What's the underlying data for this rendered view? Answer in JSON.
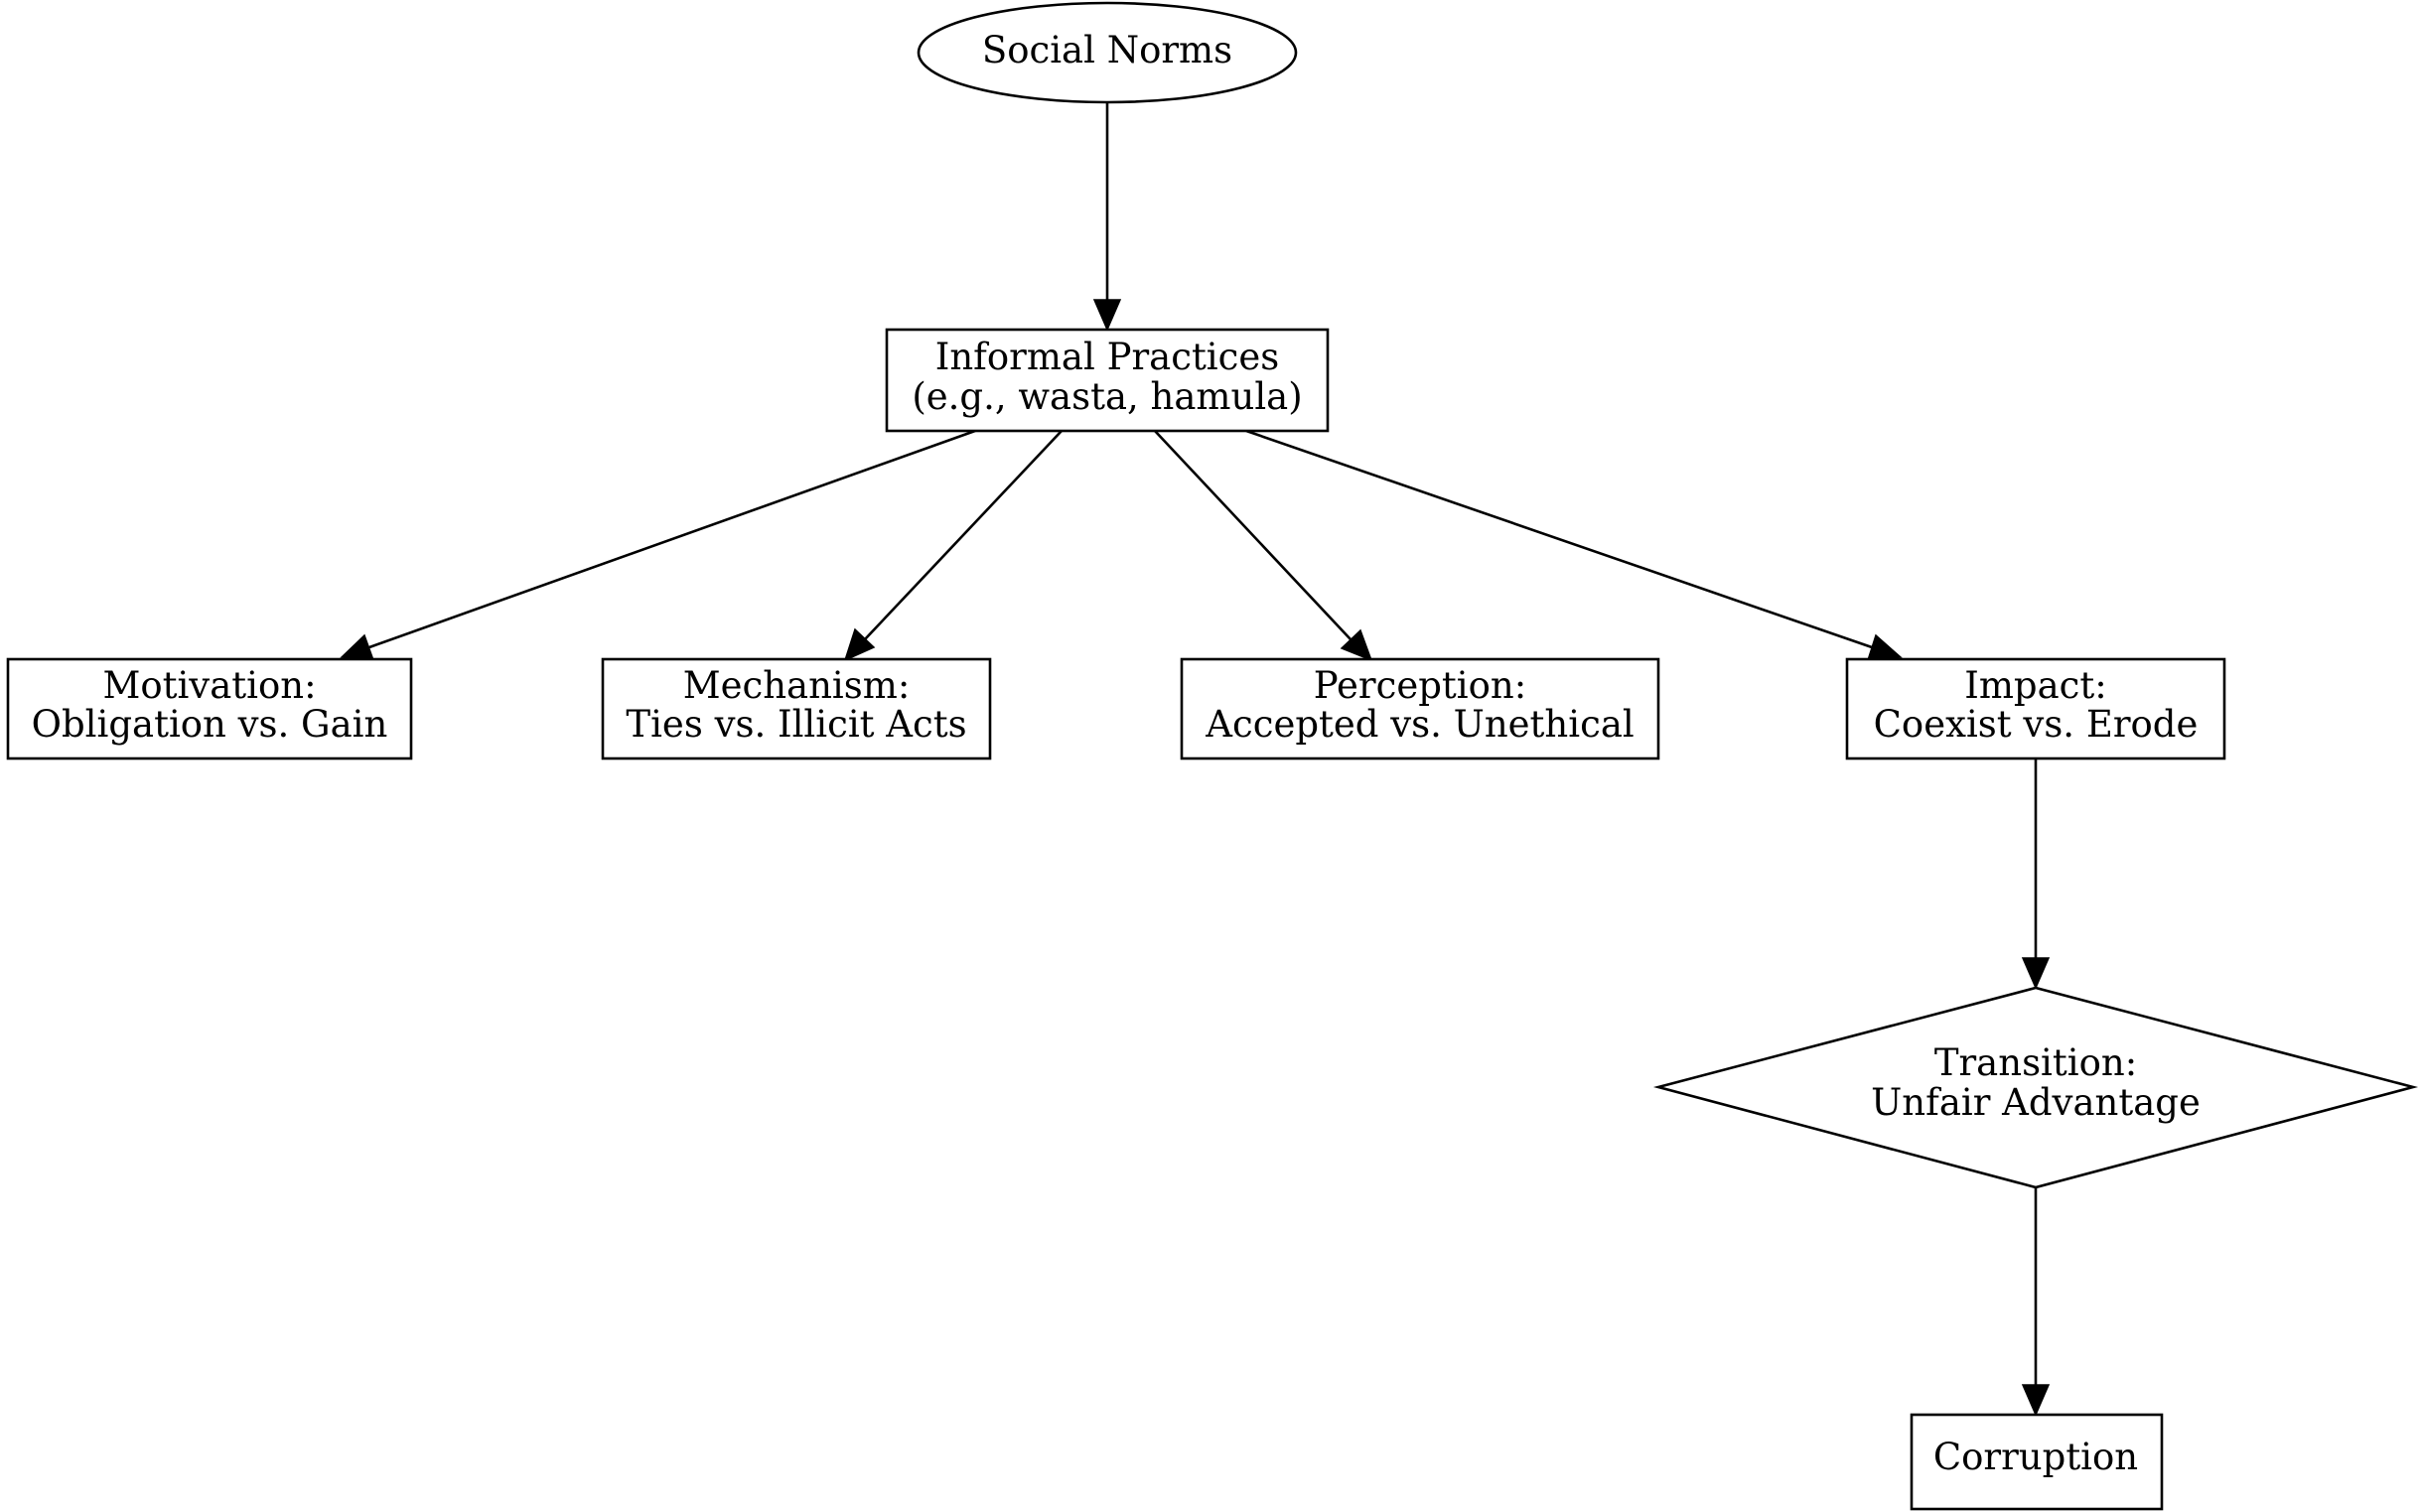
{
  "diagram": {
    "nodes": {
      "social_norms": {
        "lines": [
          "Social Norms"
        ]
      },
      "informal_practices": {
        "lines": [
          "Informal Practices",
          "(e.g., wasta, hamula)"
        ]
      },
      "motivation": {
        "lines": [
          "Motivation:",
          "Obligation vs. Gain"
        ]
      },
      "mechanism": {
        "lines": [
          "Mechanism:",
          "Ties vs. Illicit Acts"
        ]
      },
      "perception": {
        "lines": [
          "Perception:",
          "Accepted vs. Unethical"
        ]
      },
      "impact": {
        "lines": [
          "Impact:",
          "Coexist vs. Erode"
        ]
      },
      "transition": {
        "lines": [
          "Transition:",
          "Unfair Advantage"
        ]
      },
      "corruption": {
        "lines": [
          "Corruption"
        ]
      }
    },
    "edges": [
      {
        "from": "social_norms",
        "to": "informal_practices"
      },
      {
        "from": "informal_practices",
        "to": "motivation"
      },
      {
        "from": "informal_practices",
        "to": "mechanism"
      },
      {
        "from": "informal_practices",
        "to": "perception"
      },
      {
        "from": "informal_practices",
        "to": "impact"
      },
      {
        "from": "impact",
        "to": "transition"
      },
      {
        "from": "transition",
        "to": "corruption"
      }
    ]
  }
}
